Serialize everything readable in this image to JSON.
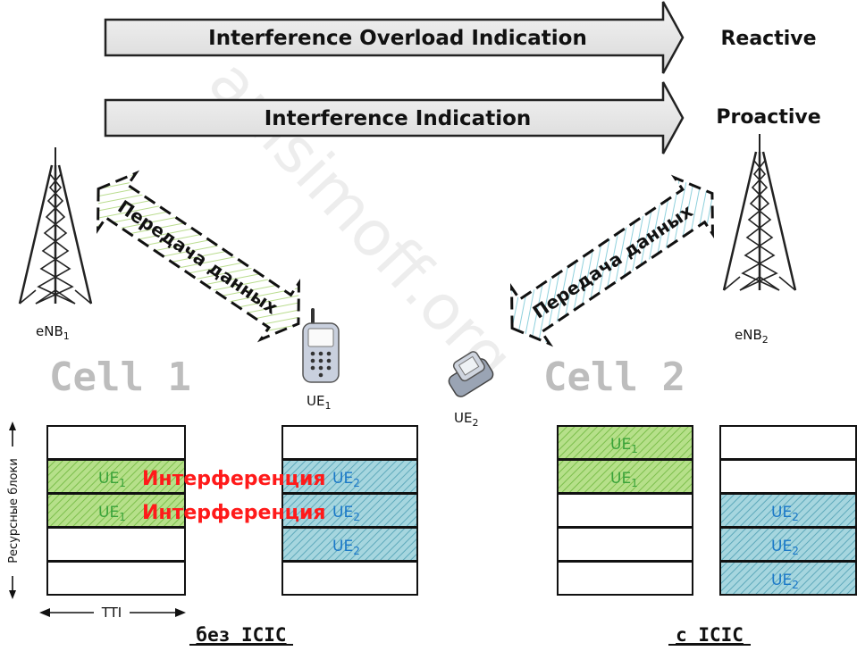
{
  "top_arrows": {
    "overload_label": "Interference Overload Indication",
    "indication_label": "Interference Indication"
  },
  "side_labels": {
    "reactive": "Reactive",
    "proactive": "Proactive"
  },
  "links": {
    "left": "Передача данных",
    "right": "Передача данных"
  },
  "stations": {
    "enb1_base": "eNB",
    "enb1_sub": "1",
    "enb2_base": "eNB",
    "enb2_sub": "2"
  },
  "cells": {
    "cell1": "Cell 1",
    "cell2": "Cell 2"
  },
  "users": {
    "ue_base": "UE",
    "ue1_sub": "1",
    "ue2_sub": "2"
  },
  "interference_label": "Интерференция",
  "axis": {
    "y_label": "Ресурсные блоки",
    "x_label": "TTI"
  },
  "footer": {
    "without": "без ICIC",
    "with": "с ICIC"
  },
  "watermark": "anisimoff.org",
  "colors": {
    "green": "#3aa33a",
    "blue": "#1a78c8",
    "red": "#ff1a1a",
    "cell_gray": "#bdbdbd"
  }
}
